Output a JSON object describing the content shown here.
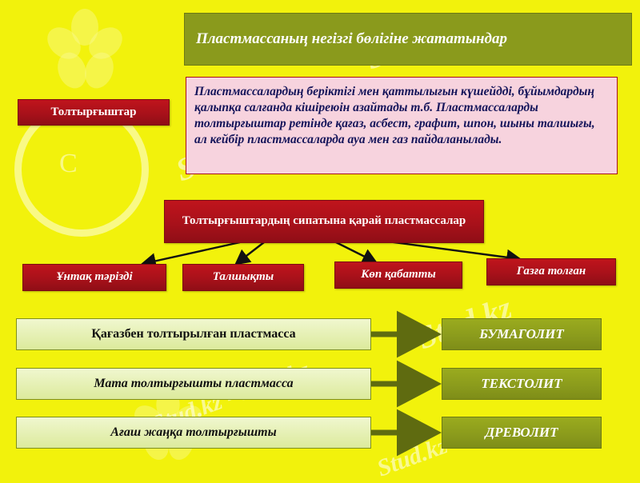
{
  "slide": {
    "background_color": "#f2f20c",
    "title": "Пластмассаның негізгі бөлігіне жататындар",
    "filler_label": "Толтырғыштар",
    "description": "Пластмассалардың беріктігі мен қаттылығын күшейдді, бұйымдардың қалыпқа салғанда кішіреюін азайтады т.б. Пластмассаларды толтырғыштар ретінде қағаз, асбест, графит, шпон, шыны талшығы, ал кейбір пластмассаларда ауа мен газ пайдаланылады.",
    "classification_header": "Толтырғыштардың сипатына қарай пластмассалар",
    "types": [
      "Ұнтақ тәрізді",
      "Талшықты",
      "Көп қабатты",
      "Газға толған"
    ],
    "pairs": [
      {
        "left": "Қағазбен толтырылған пластмасса",
        "right": "БУМАГОЛИТ"
      },
      {
        "left": "Мата толтырғышты пластмасса",
        "right": "ТЕКСТОЛИТ"
      },
      {
        "left": "Ағаш жаңқа толтырғышты",
        "right": "ДРЕВОЛИТ"
      }
    ],
    "watermarks": [
      "Stud.kz",
      "Stud.kz",
      "Stud.kz - Stud.kz",
      "Stud.kz",
      "Stud.kz"
    ],
    "colors": {
      "accent_red": "#a8111a",
      "accent_olive": "#8a9a1c",
      "accent_pink": "#f7d3de",
      "accent_green": "#dcea9c",
      "background": "#f2f20c"
    }
  }
}
